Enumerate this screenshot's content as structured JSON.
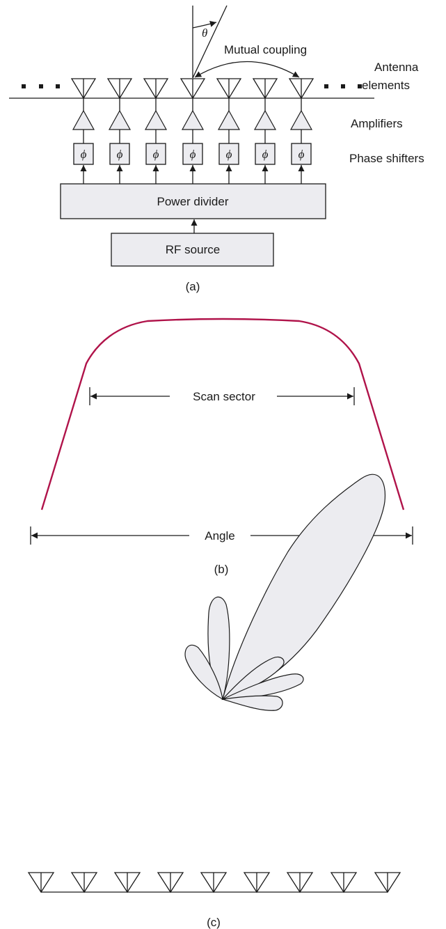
{
  "panel_a": {
    "theta_symbol": "θ",
    "mutual_coupling_label": "Mutual coupling",
    "antenna_label_line1": "Antenna",
    "antenna_label_line2": "elements",
    "amplifiers_label": "Amplifiers",
    "phase_shifters_label": "Phase shifters",
    "phase_symbol": "ϕ",
    "power_divider_label": "Power divider",
    "rf_source_label": "RF source",
    "caption": "(a)"
  },
  "panel_b": {
    "scan_sector_label": "Scan sector",
    "angle_label": "Angle",
    "caption": "(b)",
    "curve_color": "#b0134a"
  },
  "panel_c": {
    "caption": "(c)"
  },
  "colors": {
    "shape_fill": "#ececf0",
    "line": "#1a1a1a"
  }
}
